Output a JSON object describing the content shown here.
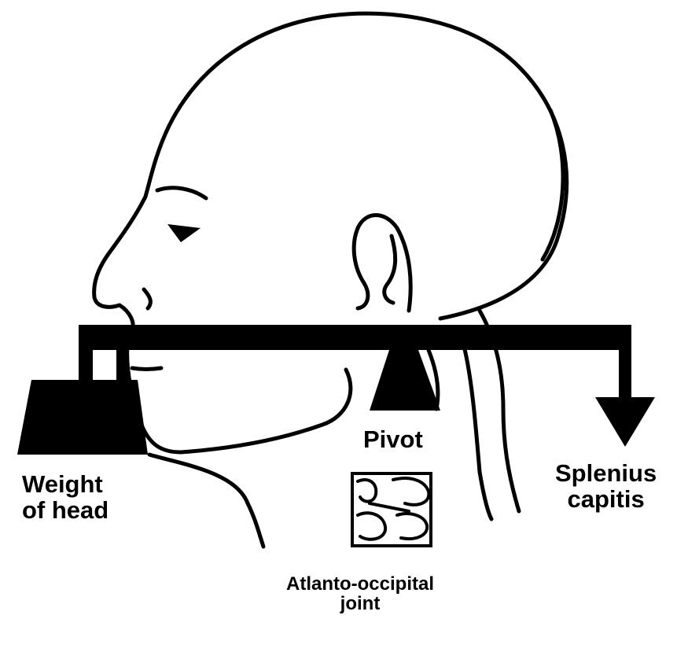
{
  "diagram": {
    "labels": {
      "weight_line1": "Weight",
      "weight_line2": "of head",
      "pivot": "Pivot",
      "splenius_line1": "Splenius",
      "splenius_line2": "capitis",
      "joint_line1": "Atlanto-occipital",
      "joint_line2": "joint"
    },
    "icons": {
      "head": "head-profile-icon",
      "lever": "lever-bar-icon",
      "weight": "weight-block-icon",
      "pivot": "fulcrum-icon",
      "force": "down-arrow-icon",
      "joint": "vertebra-joint-icon"
    },
    "colors": {
      "ink": "#000000",
      "paper": "#ffffff"
    }
  }
}
